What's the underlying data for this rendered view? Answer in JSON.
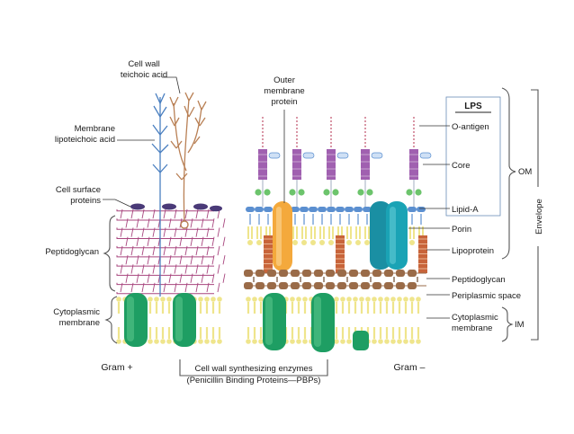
{
  "labels": {
    "cell_wall_teichoic_acid": [
      "Cell wall",
      "teichoic acid"
    ],
    "membrane_lipoteichoic_acid": [
      "Membrane",
      "lipoteichoic acid"
    ],
    "cell_surface_proteins": [
      "Cell surface",
      "proteins"
    ],
    "peptidoglycan_left": "Peptidoglycan",
    "cytoplasmic_membrane_left": [
      "Cytoplasmic",
      "membrane"
    ],
    "gram_positive": "Gram +",
    "gram_negative": "Gram –",
    "outer_membrane_protein": [
      "Outer",
      "membrane",
      "protein"
    ],
    "enzymes": [
      "Cell wall synthesizing enzymes",
      "(Penicillin Binding Proteins—PBPs)"
    ],
    "lps_title": "LPS",
    "o_antigen": "O-antigen",
    "core": "Core",
    "lipid_a": "Lipid-A",
    "porin": "Porin",
    "lipoprotein": "Lipoprotein",
    "peptidoglycan_right": "Peptidoglycan",
    "periplasmic_space": "Periplasmic space",
    "cytoplasmic_membrane_right": [
      "Cytoplasmic",
      "membrane"
    ],
    "om": "OM",
    "im": "IM",
    "envelope": "Envelope"
  },
  "colors": {
    "protein_green": "#1e9e63",
    "porin_teal": "#1aa3b5",
    "omp_orange": "#f4a93c",
    "lps_core_purple": "#a060b0",
    "lipid_head_blue": "#5b8fd0",
    "lipid_tail_yellow": "#efe58c",
    "peptidoglycan_brown": "#9a6b48",
    "lipoprotein_rust": "#c8643a",
    "grid_purple": "#a8457e",
    "teichoic_blue": "#4a7fc0",
    "teichoic_tan": "#b98055"
  }
}
